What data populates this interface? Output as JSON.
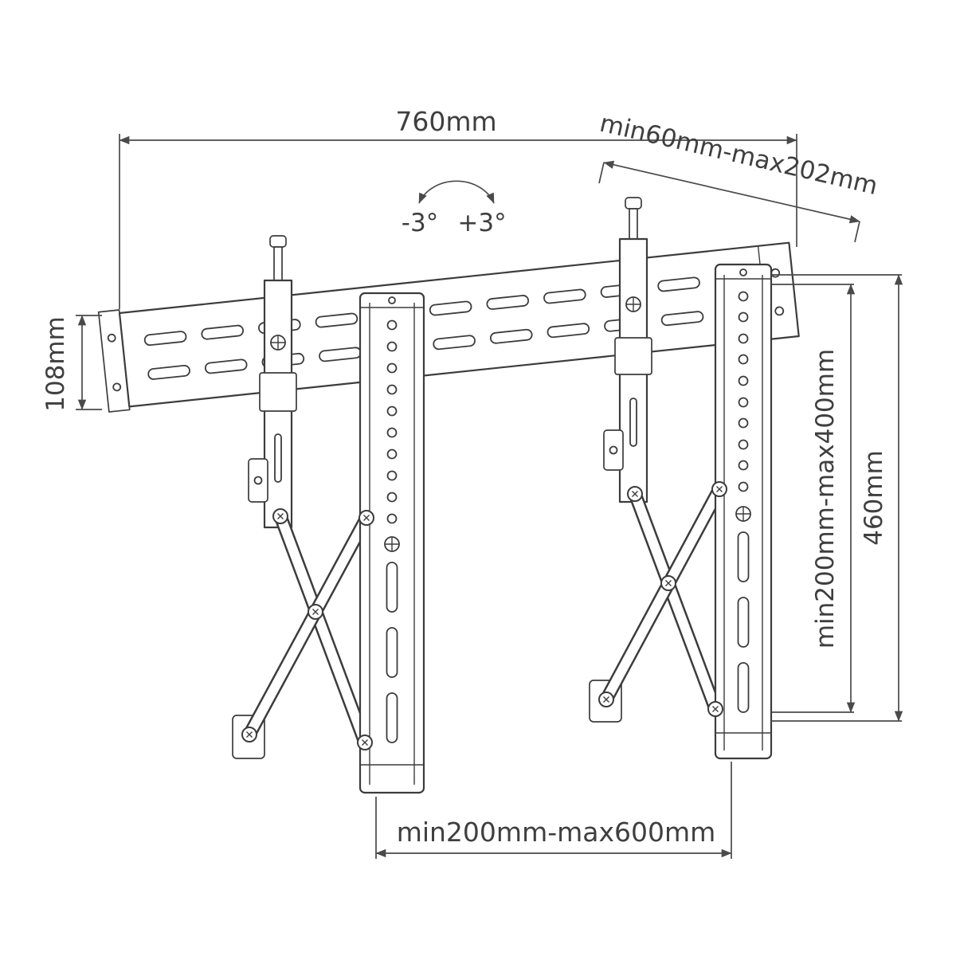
{
  "page": {
    "background_color": "#ffffff",
    "line_color": "#3c3c3c"
  },
  "diagram": {
    "kind": "technical-dimension-drawing",
    "subject": "tv-video-wall-mount-bracket",
    "labels": {
      "top_width": "760mm",
      "depth_range": "min60mm-max202mm",
      "tilt_down": "-3°",
      "tilt_up": "+3°",
      "plate_height": "108mm",
      "vesa_vertical_range": "min200mm-max400mm",
      "bracket_height": "460mm",
      "vesa_horizontal_range": "min200mm-max600mm"
    }
  }
}
